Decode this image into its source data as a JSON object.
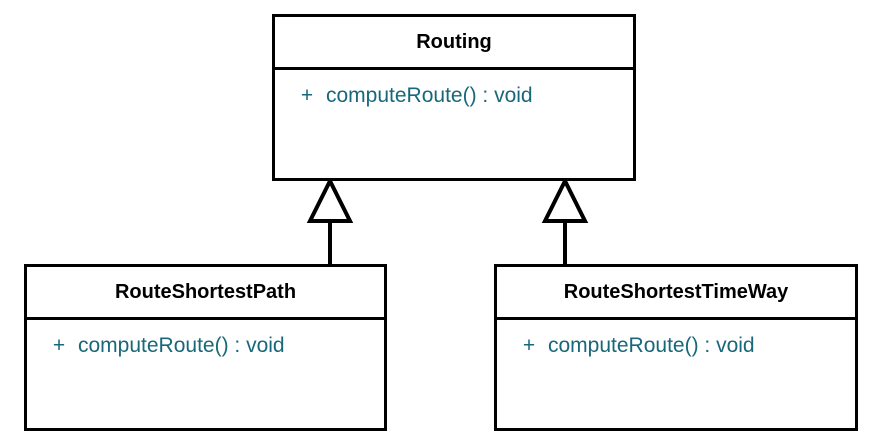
{
  "diagram": {
    "type": "uml-class-diagram",
    "background_color": "#ffffff",
    "line_color": "#000000",
    "class_name_color": "#000000",
    "member_text_color": "#18687a",
    "classes": [
      {
        "id": "routing",
        "name": "Routing",
        "members": [
          {
            "visibility": "+",
            "signature": "computeRoute() : void"
          }
        ]
      },
      {
        "id": "route-shortest-path",
        "name": "RouteShortestPath",
        "members": [
          {
            "visibility": "+",
            "signature": "computeRoute() : void"
          }
        ]
      },
      {
        "id": "route-shortest-time-way",
        "name": "RouteShortestTimeWay",
        "members": [
          {
            "visibility": "+",
            "signature": "computeRoute() : void"
          }
        ]
      }
    ],
    "relationships": [
      {
        "kind": "generalization",
        "from": "route-shortest-path",
        "to": "routing",
        "arrow": "hollow-triangle"
      },
      {
        "kind": "generalization",
        "from": "route-shortest-time-way",
        "to": "routing",
        "arrow": "hollow-triangle"
      }
    ]
  }
}
